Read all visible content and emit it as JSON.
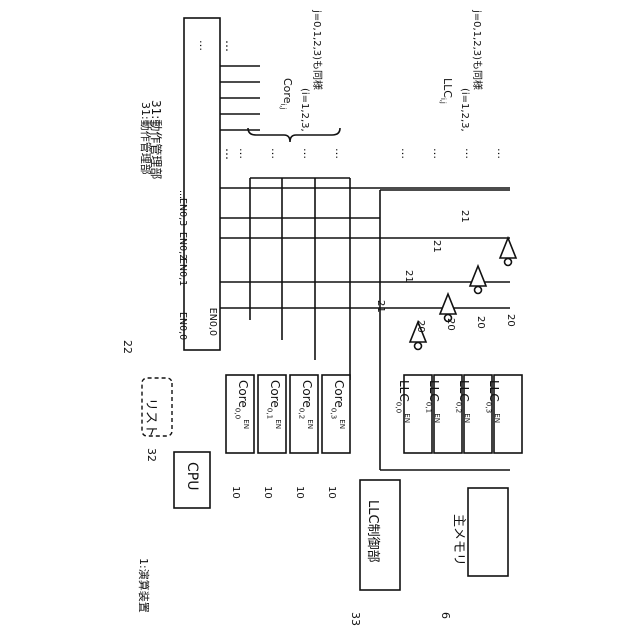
{
  "figure": {
    "device_label": "1:演算装置",
    "device_ref_arrow": "1",
    "cpu": {
      "label": "CPU",
      "ref": "32"
    },
    "list": {
      "label": "リスト",
      "ref": "22"
    },
    "op_manager": {
      "label": "31:動作管理部"
    },
    "en_signals": [
      "EN0,0",
      "EN0,1",
      "EN0,2",
      "EN0,3",
      "..."
    ],
    "cores": [
      {
        "name": "Core",
        "sub": "0,0",
        "en": "EN",
        "ref": "10"
      },
      {
        "name": "Core",
        "sub": "0,1",
        "en": "EN",
        "ref": "10"
      },
      {
        "name": "Core",
        "sub": "0,2",
        "en": "EN",
        "ref": "10"
      },
      {
        "name": "Core",
        "sub": "0,3",
        "en": "EN",
        "ref": "10"
      }
    ],
    "llcs": [
      {
        "name": "LLC",
        "sub": "0,0",
        "en": "EN",
        "ref": "20",
        "gate_ref": "21"
      },
      {
        "name": "LLC",
        "sub": "0,1",
        "en": "EN",
        "ref": "20",
        "gate_ref": "21"
      },
      {
        "name": "LLC",
        "sub": "0,2",
        "en": "EN",
        "ref": "20",
        "gate_ref": "21"
      },
      {
        "name": "LLC",
        "sub": "0,3",
        "en": "EN",
        "ref": "20",
        "gate_ref": "21"
      }
    ],
    "core_group": {
      "title": "Core",
      "sub": "i,j",
      "l1": "(i=1,2,3,",
      "l2": "j=0,1,2,3)も同様"
    },
    "llc_group": {
      "title": "LLC",
      "sub": "i,j",
      "l1": "(i=1,2,3,",
      "l2": "j=0,1,2,3)も同様"
    },
    "llc_ctrl": {
      "label": "LLC制御部",
      "ref": "33"
    },
    "main_mem": {
      "label": "主メモリ",
      "ref": "6"
    },
    "ellipsis": "…"
  }
}
